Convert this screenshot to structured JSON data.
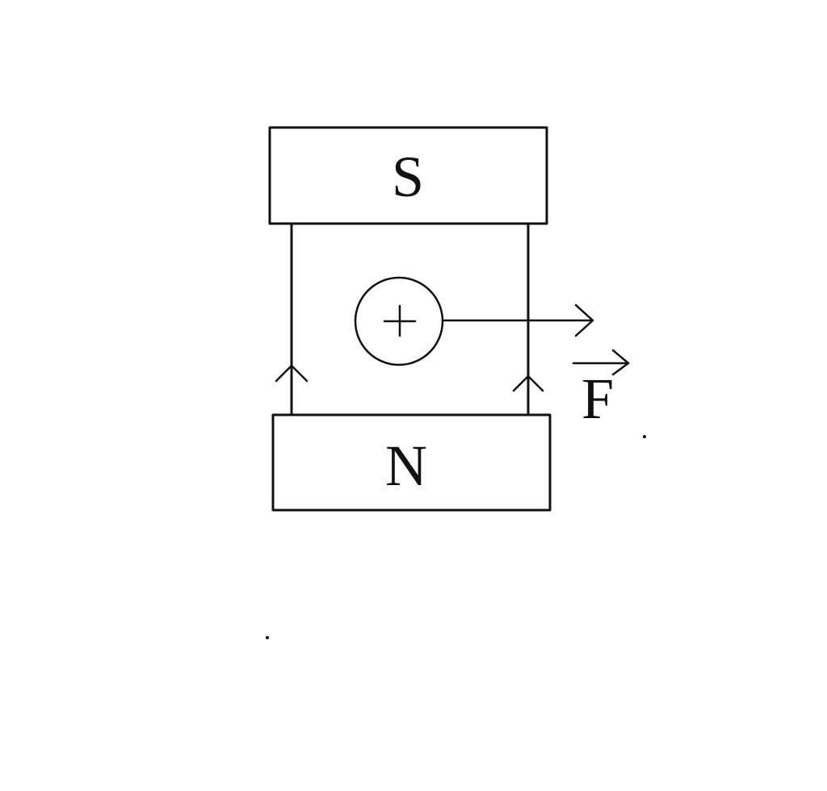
{
  "magnets": {
    "top_label": "S",
    "bottom_label": "N"
  },
  "conductor": {
    "current_direction": "into-page",
    "symbol": "+"
  },
  "force": {
    "label": "F",
    "vector": true,
    "direction": "right"
  },
  "field_lines": {
    "direction": "up",
    "count": 2
  }
}
